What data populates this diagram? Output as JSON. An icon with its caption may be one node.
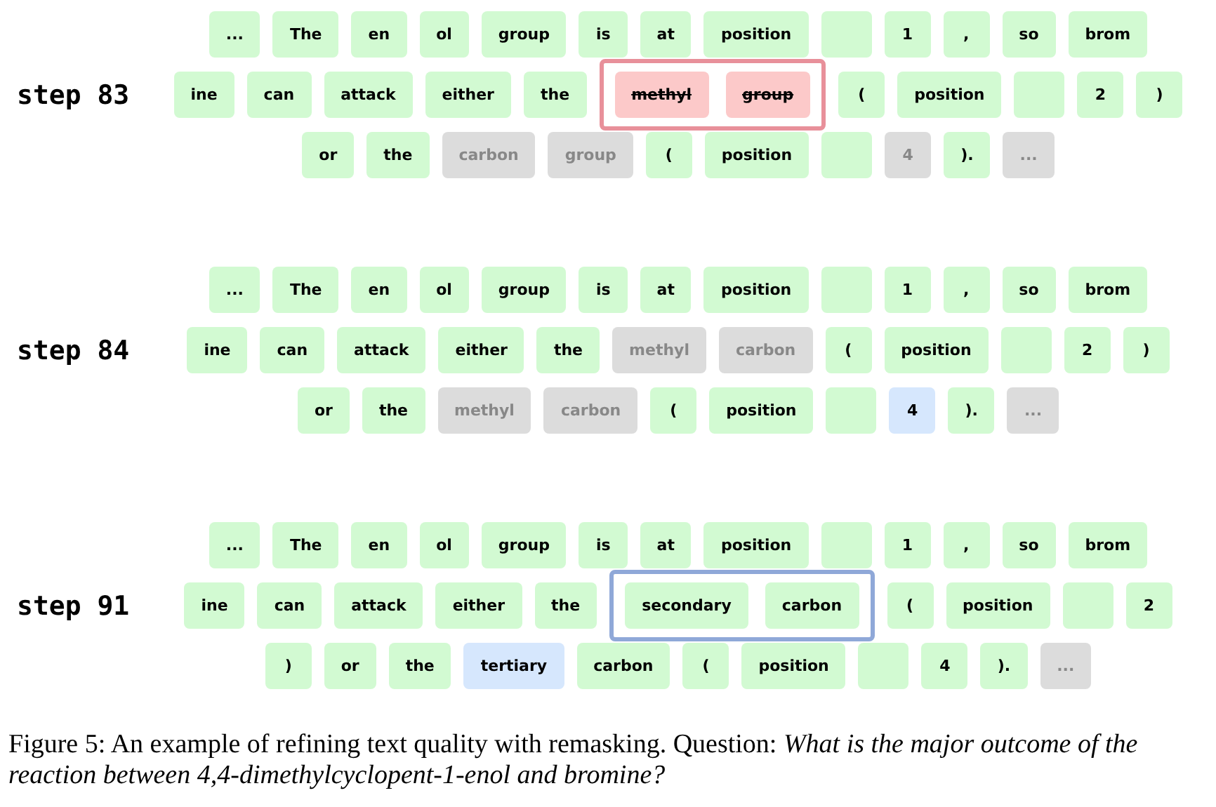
{
  "diagram": {
    "caption": "Figure 5: An example of refining text quality with remasking. Question: *What is the major outcome of the reaction between 4,4-dimethylcyclopent-1-enol and bromine?*",
    "nodes": [
      {
        "text": [
          "..."
        ]
      },
      {
        "text": [
          "The"
        ]
      },
      {
        "text": [
          "en"
        ]
      },
      {
        "text": [
          "ol"
        ]
      },
      {
        "text": [
          "group"
        ]
      },
      {
        "text": [
          "is"
        ]
      },
      {
        "text": [
          "at"
        ]
      },
      {
        "text": [
          "position"
        ]
      },
      {
        "text": [],
        "shape": "box"
      },
      {
        "text": [
          "1"
        ]
      },
      {
        "text": [
          ","
        ]
      },
      {
        "text": [
          "so"
        ]
      },
      {
        "text": [
          "brom"
        ]
      },
      {
        "text": [
          "ine"
        ]
      },
      {
        "text": [
          "can"
        ]
      },
      {
        "text": [
          "attack"
        ]
      },
      {
        "text": [
          "either"
        ]
      },
      {
        "text": [
          "the"
        ]
      },
      {
        "text": [],
        "shape": "box"
      },
      {
        "text": [
          "methyl"
        ],
        "in": 18
      },
      {
        "text": [
          "group"
        ],
        "in": 18
      },
      {
        "text": [
          "("
        ]
      },
      {
        "text": [
          "position"
        ]
      },
      {
        "text": [],
        "shape": "box"
      },
      {
        "text": [
          "2"
        ]
      },
      {
        "text": [
          ")"
        ]
      },
      {
        "text": [
          "or"
        ]
      },
      {
        "text": [
          "the"
        ]
      },
      {
        "text": [
          "carbon"
        ]
      },
      {
        "text": [
          "group"
        ]
      },
      {
        "text": [
          "("
        ]
      },
      {
        "text": [
          "position"
        ]
      },
      {
        "text": [],
        "shape": "box"
      },
      {
        "text": [
          "4"
        ]
      },
      {
        "text": [
          ")."
        ]
      },
      {
        "text": [
          "..."
        ]
      },
      {
        "text": [
          "..."
        ]
      },
      {
        "text": [
          "The"
        ]
      },
      {
        "text": [
          "en"
        ]
      },
      {
        "text": [
          "ol"
        ]
      },
      {
        "text": [
          "group"
        ]
      },
      {
        "text": [
          "is"
        ]
      },
      {
        "text": [
          "at"
        ]
      },
      {
        "text": [
          "position"
        ]
      },
      {
        "text": [],
        "shape": "box"
      },
      {
        "text": [
          "1"
        ]
      },
      {
        "text": [
          ","
        ]
      },
      {
        "text": [
          "so"
        ]
      },
      {
        "text": [
          "brom"
        ]
      },
      {
        "text": [
          "ine"
        ]
      },
      {
        "text": [
          "can"
        ]
      },
      {
        "text": [
          "attack"
        ]
      },
      {
        "text": [
          "either"
        ]
      },
      {
        "text": [
          "the"
        ]
      },
      {
        "text": [
          "methyl"
        ]
      },
      {
        "text": [
          "carbon"
        ]
      },
      {
        "text": [
          "("
        ]
      },
      {
        "text": [
          "position"
        ]
      },
      {
        "text": [],
        "shape": "box"
      },
      {
        "text": [
          "2"
        ]
      },
      {
        "text": [
          ")"
        ]
      },
      {
        "text": [
          "or"
        ]
      },
      {
        "text": [
          "the"
        ]
      },
      {
        "text": [
          "methyl"
        ]
      },
      {
        "text": [
          "carbon"
        ]
      },
      {
        "text": [
          "("
        ]
      },
      {
        "text": [
          "position"
        ]
      },
      {
        "text": [],
        "shape": "box"
      },
      {
        "text": [
          "4"
        ]
      },
      {
        "text": [
          ")."
        ]
      },
      {
        "text": [
          "..."
        ]
      },
      {
        "text": [
          "..."
        ]
      },
      {
        "text": [
          "The"
        ]
      },
      {
        "text": [
          "en"
        ]
      },
      {
        "text": [
          "ol"
        ]
      },
      {
        "text": [
          "group"
        ]
      },
      {
        "text": [
          "is"
        ]
      },
      {
        "text": [
          "at"
        ]
      },
      {
        "text": [
          "position"
        ]
      },
      {
        "text": [],
        "shape": "box"
      },
      {
        "text": [
          "1"
        ]
      },
      {
        "text": [
          ","
        ]
      },
      {
        "text": [
          "so"
        ]
      },
      {
        "text": [
          "brom"
        ]
      },
      {
        "text": [
          "ine"
        ]
      },
      {
        "text": [
          "can"
        ]
      },
      {
        "text": [
          "attack"
        ]
      },
      {
        "text": [
          "either"
        ]
      },
      {
        "text": [
          "the"
        ]
      },
      {
        "text": [],
        "shape": "box"
      },
      {
        "text": [
          "secondary"
        ],
        "in": 89
      },
      {
        "text": [
          "carbon"
        ],
        "in": 89
      },
      {
        "text": [
          "("
        ]
      },
      {
        "text": [
          "position"
        ]
      },
      {
        "text": [],
        "shape": "box"
      },
      {
        "text": [
          "2"
        ]
      },
      {
        "text": [
          ")"
        ]
      },
      {
        "text": [
          "or"
        ]
      },
      {
        "text": [
          "the"
        ]
      },
      {
        "text": [
          "tertiary"
        ]
      },
      {
        "text": [
          "carbon"
        ]
      },
      {
        "text": [
          "("
        ]
      },
      {
        "text": [
          "position"
        ]
      },
      {
        "text": [],
        "shape": "box"
      },
      {
        "text": [
          "4"
        ]
      },
      {
        "text": [
          ")."
        ]
      },
      {
        "text": [
          "..."
        ]
      }
    ],
    "labels": [
      "step 83",
      "step 84",
      "step 91"
    ]
  }
}
